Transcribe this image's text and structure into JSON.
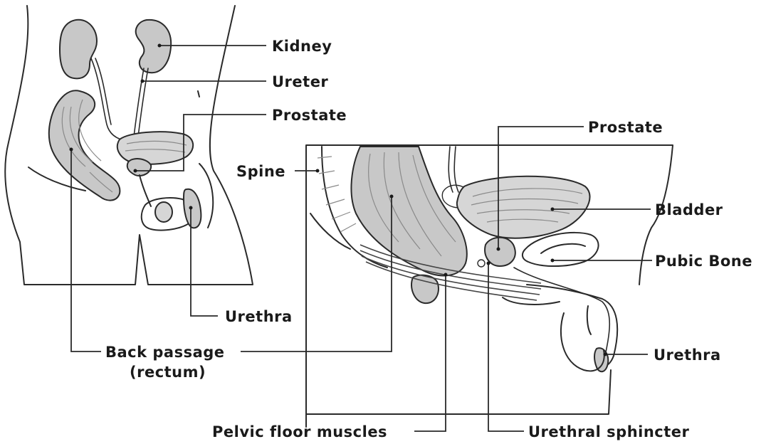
{
  "labels": {
    "kidney": "Kidney",
    "ureter": "Ureter",
    "prostate_left": "Prostate",
    "prostate_right": "Prostate",
    "spine": "Spine",
    "bladder": "Bladder",
    "pubic_bone": "Pubic Bone",
    "urethra_left": "Urethra",
    "urethra_right": "Urethra",
    "back_passage_line1": "Back passage",
    "back_passage_line2": "(rectum)",
    "pelvic_floor": "Pelvic floor muscles",
    "urethral_sphincter": "Urethral sphincter"
  }
}
